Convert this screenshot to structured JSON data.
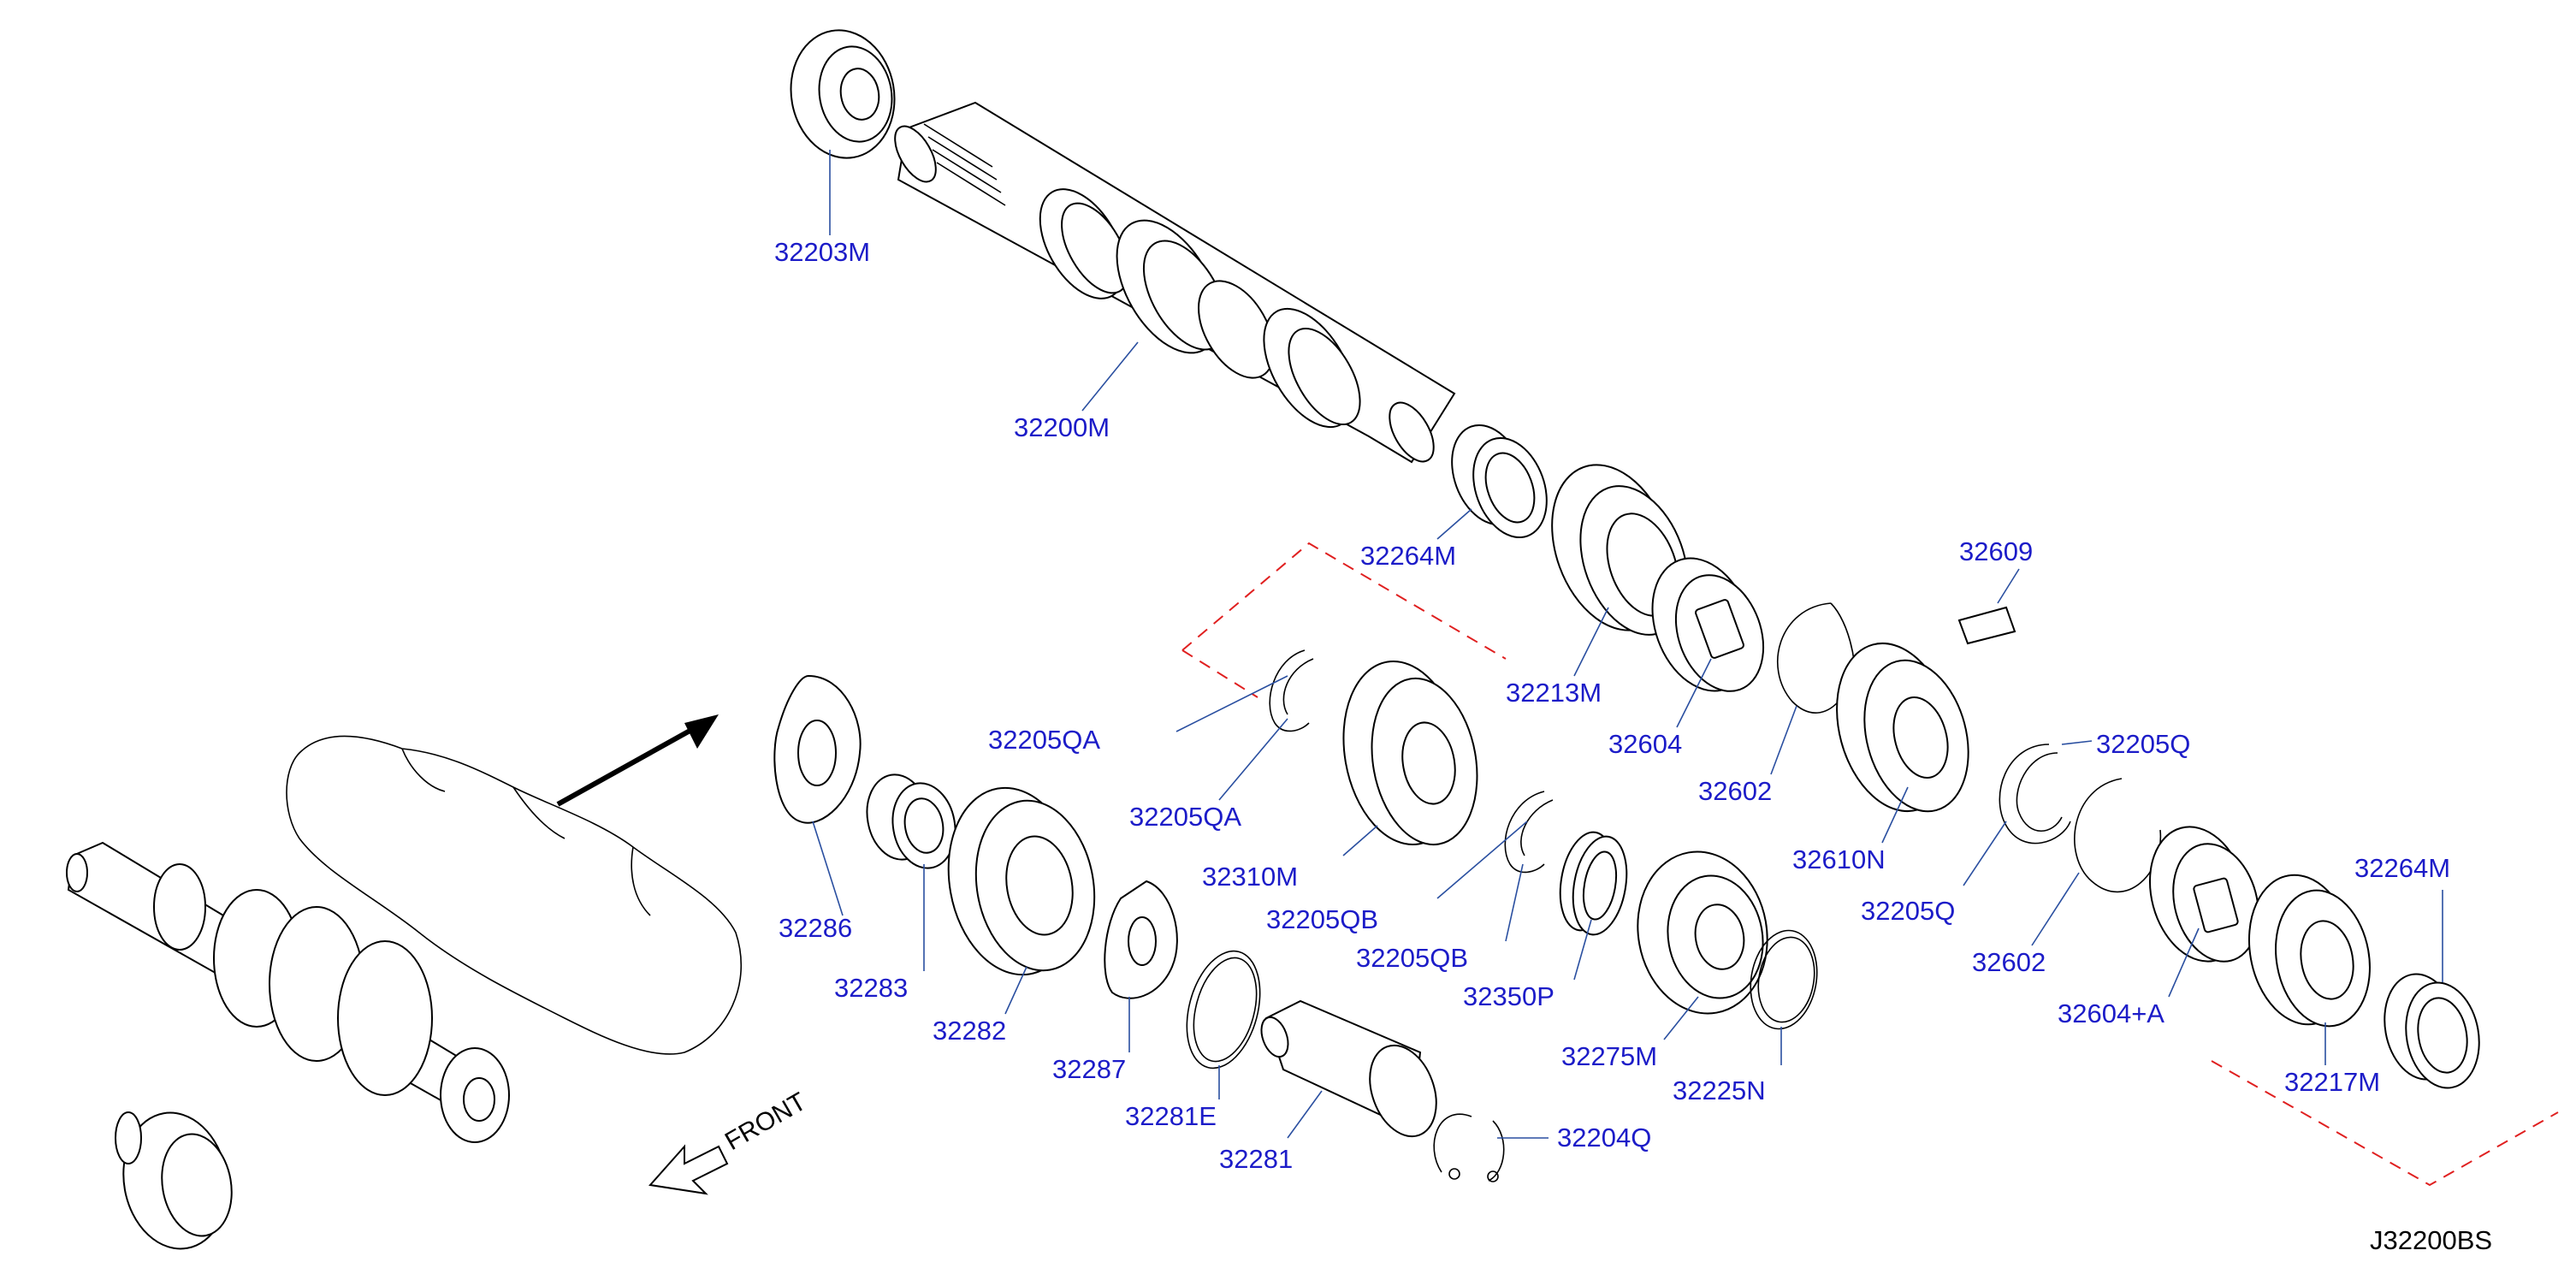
{
  "diagram": {
    "colors": {
      "label": "#1c1cc8",
      "leader": "#2a4fa0",
      "dashed_group": "#e02020",
      "line_art": "#000000"
    },
    "labels": {
      "p32203M": "32203M",
      "p32200M": "32200M",
      "p32264M_top": "32264M",
      "p32213M": "32213M",
      "p32609": "32609",
      "p32604": "32604",
      "p32602_a": "32602",
      "p32610N": "32610N",
      "p32205Q_a": "32205Q",
      "p32205Q_b": "32205Q",
      "p32602_b": "32602",
      "p32604A": "32604+A",
      "p32264M_right": "32264M",
      "p32217M": "32217M",
      "p32205QA_a": "32205QA",
      "p32205QA_b": "32205QA",
      "p32310M": "32310M",
      "p32205QB_a": "32205QB",
      "p32205QB_b": "32205QB",
      "p32350P": "32350P",
      "p32275M": "32275M",
      "p32225N": "32225N",
      "p32286": "32286",
      "p32283": "32283",
      "p32282": "32282",
      "p32287": "32287",
      "p32281E": "32281E",
      "p32281": "32281",
      "p32204Q": "32204Q"
    },
    "front_label": "FRONT",
    "diagram_code": "J32200BS"
  }
}
